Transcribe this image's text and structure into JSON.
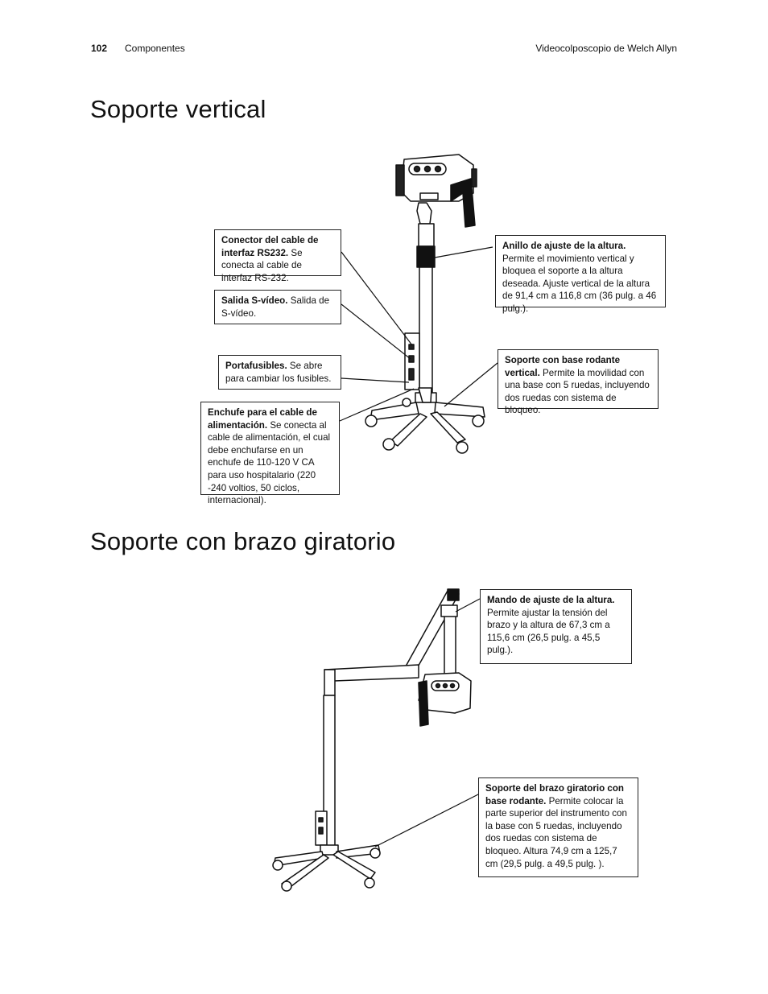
{
  "header": {
    "page_number": "102",
    "section": "Componentes",
    "book": "Videocolposcopio de Welch Allyn"
  },
  "sections": [
    {
      "title": "Soporte vertical"
    },
    {
      "title": "Soporte con brazo giratorio"
    }
  ],
  "callouts_vertical": [
    {
      "bold": "Conector del cable de interfaz RS232.",
      "text": " Se conecta al cable de interfaz RS-232."
    },
    {
      "bold": "Salida S-vídeo.",
      "text": " Salida de S-vídeo."
    },
    {
      "bold": "Portafusibles.",
      "text": " Se abre para cambiar los fusibles."
    },
    {
      "bold": "Enchufe para el cable de alimentación.",
      "text": " Se conecta al cable de alimentación, el cual debe enchufarse en un enchufe de 110-120 V CA para uso hospitalario (220 -240 voltios, 50 ciclos, internacional)."
    },
    {
      "bold": "Anillo de ajuste de la altura.",
      "text": " Permite el movimiento vertical y bloquea el soporte a la altura deseada. Ajuste vertical de la altura de 91,4 cm a 116,8 cm (36 pulg. a 46 pulg.)."
    },
    {
      "bold": "Soporte con base rodante vertical.",
      "text": " Permite la movilidad con una base con 5 ruedas, incluyendo dos ruedas con sistema de bloqueo."
    }
  ],
  "callouts_swing": [
    {
      "bold": "Mando de ajuste de la altura.",
      "text": " Permite ajustar la tensión del brazo y la altura de 67,3 cm a 115,6 cm (26,5 pulg. a 45,5 pulg.)."
    },
    {
      "bold": "Soporte del brazo giratorio con base rodante.",
      "text": " Permite colocar la parte superior del instrumento con la base con 5 ruedas, incluyendo dos ruedas con sistema de bloqueo. Altura 74,9 cm a 125,7 cm (29,5 pulg. a 49,5 pulg. )."
    }
  ]
}
